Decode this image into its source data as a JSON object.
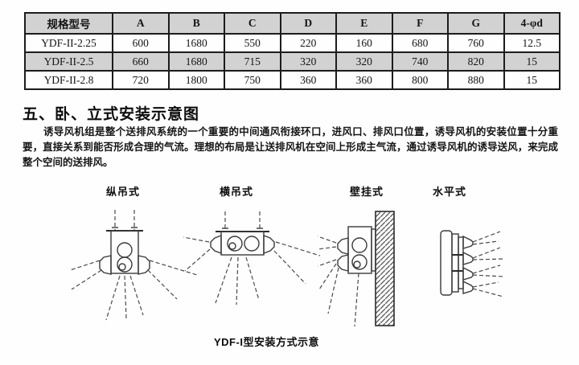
{
  "table": {
    "headers": [
      "规格型号",
      "A",
      "B",
      "C",
      "D",
      "E",
      "F",
      "G",
      "4-φd"
    ],
    "rows": [
      {
        "cells": [
          "YDF-II-2.25",
          "600",
          "1680",
          "550",
          "220",
          "160",
          "680",
          "760",
          "12.5"
        ]
      },
      {
        "cells": [
          "YDF-II-2.5",
          "660",
          "1680",
          "715",
          "320",
          "320",
          "740",
          "820",
          "15"
        ]
      },
      {
        "cells": [
          "YDF-II-2.8",
          "720",
          "1800",
          "750",
          "360",
          "360",
          "800",
          "880",
          "15"
        ]
      }
    ]
  },
  "section": {
    "heading": "五、卧、立式安装示意图",
    "paragraph": "诱导风机组是整个送排风系统的一个重要的中间通风衔接环口，进风口、排风口位置，诱导风机的安装位置十分重要，直接关系到能否形成合理的气流。理想的布局是让送排风机在空间上形成主气流，通过诱导风机的诱导送风，来完成整个空间的送排风。"
  },
  "diagrams": {
    "labels": [
      "纵吊式",
      "横吊式",
      "壁挂式",
      "水平式"
    ],
    "caption": "YDF-I型安装方式示意"
  },
  "colors": {
    "table_header_bg": "#d2d2d2",
    "table_alt_row_bg": "#d2d2d2",
    "table_border": "#1c1c1c",
    "text": "#111111",
    "diagram_line": "#3a3a3a",
    "airflow_dash_line": "#4a4a4a"
  }
}
